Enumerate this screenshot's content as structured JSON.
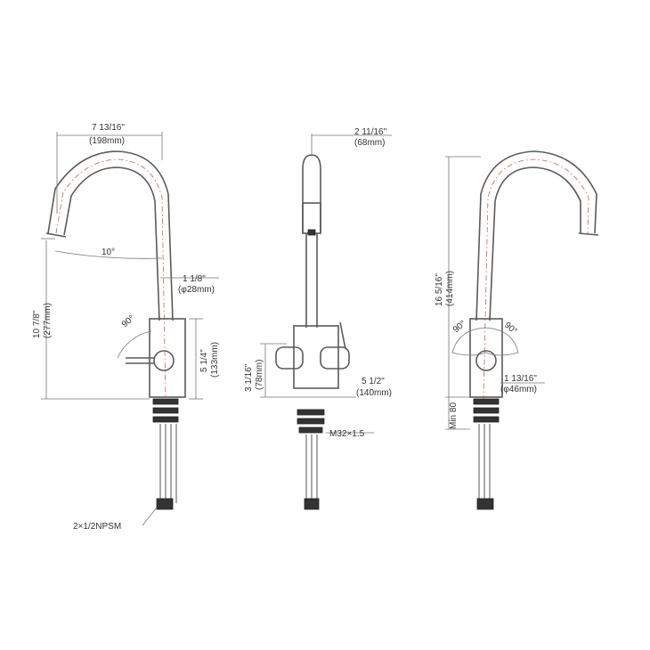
{
  "labels": {
    "width_in": "7 13/16\"",
    "width_mm": "(198mm)",
    "angle_10": "10°",
    "spout_dia_in": "1 1/8\"",
    "spout_dia_mm": "(φ28mm)",
    "height_in": "10 7/8\"",
    "height_mm": "(277mm)",
    "body_h_in": "5 1/4\"",
    "body_h_mm": "(133mm)",
    "angle_90_left": "90°",
    "npsm": "2×1/2NPSM",
    "side_w_in": "2 11/16\"",
    "side_w_mm": "(68mm)",
    "side_h_in": "3 1/16\"",
    "side_h_mm": "(78mm)",
    "side_d_in": "5 1/2\"",
    "side_d_mm": "(140mm)",
    "thread": "M32×1.5",
    "total_h_in": "16 5/16\"",
    "total_h_mm": "(414mm)",
    "angle_90_a": "90°",
    "angle_90_b": "90°",
    "base_dia_in": "1 13/16\"",
    "base_dia_mm": "(φ46mm)",
    "min_80": "Min 80"
  }
}
